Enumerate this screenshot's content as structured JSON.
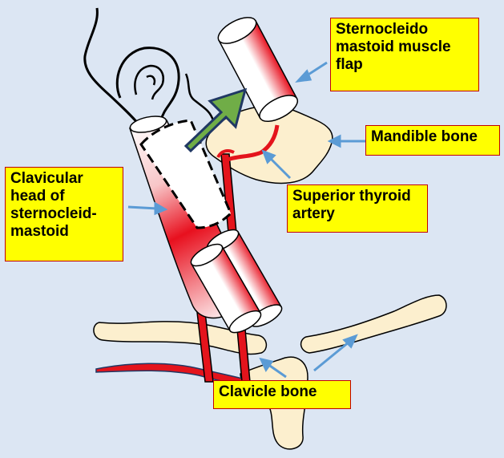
{
  "labels": {
    "scm_flap": "Sternocleido\nmastoid muscle\nflap",
    "mandible": "Mandible bone",
    "sup_thyroid": "Superior thyroid\nartery",
    "clavicular_head": "Clavicular\nhead of\nsternocleid-\nmastoid",
    "clavicle": "Clavicle bone"
  },
  "colors": {
    "background": "#dce6f3",
    "label_fill": "#ffff00",
    "label_border": "#c00000",
    "muscle_red": "#e8101e",
    "artery_red": "#e4141c",
    "bone_fill": "#fcefce",
    "pointer_blue": "#5b9bd5",
    "green_arrow": "#70ad47",
    "arrow_outline": "#203864"
  }
}
